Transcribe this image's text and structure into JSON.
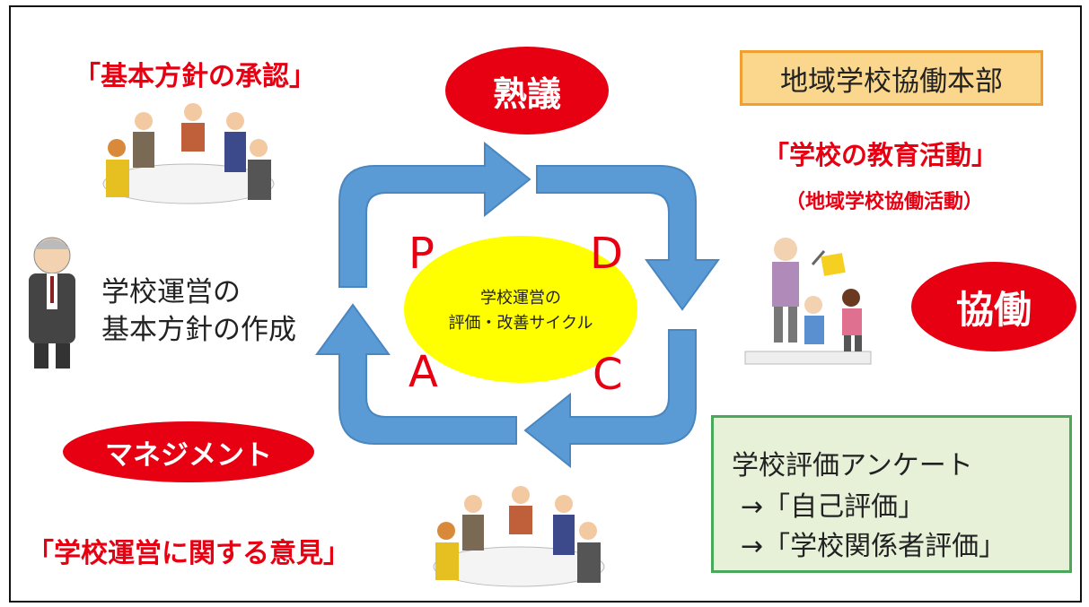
{
  "approval": "「基本方針の承認」",
  "deliberation": "熟議",
  "hq_box": "地域学校協働本部",
  "education": "「学校の教育活動」",
  "education_sub": "（地域学校協働活動）",
  "policy_line1": "学校運営の",
  "policy_line2": "基本方針の作成",
  "cycle": {
    "center_line1": "学校運営の",
    "center_line2": "評価・改善サイクル",
    "p": "P",
    "d": "D",
    "c": "C",
    "a": "A"
  },
  "collaboration": "協働",
  "management": "マネジメント",
  "opinion": "「学校運営に関する意見」",
  "survey": {
    "title": "学校評価アンケート",
    "item1": "→「自己評価」",
    "item2": "→「学校関係者評価」"
  },
  "colors": {
    "red": "#e60012",
    "arrow": "#5b9bd5",
    "center": "#ffff00"
  },
  "icons": [
    "meeting-illustration",
    "principal-illustration",
    "children-illustration",
    "meeting-illustration"
  ]
}
